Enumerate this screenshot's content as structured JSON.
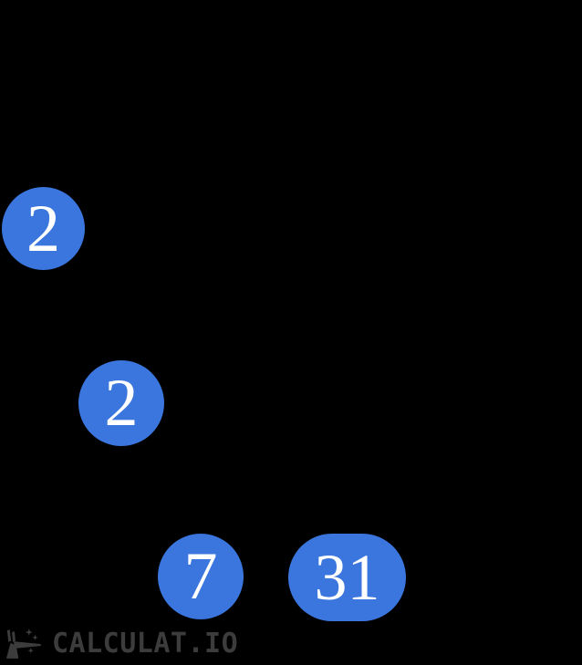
{
  "colors": {
    "background": "#000000",
    "node_fill": "#3A76DD",
    "node_text": "#FFFFFF",
    "watermark": "#3C3C3C"
  },
  "factor_tree": {
    "visible_nodes": [
      {
        "value": "2",
        "shape": "circle"
      },
      {
        "value": "2",
        "shape": "circle"
      },
      {
        "value": "7",
        "shape": "circle"
      },
      {
        "value": "31",
        "shape": "rounded-rect"
      }
    ]
  },
  "watermark": {
    "icon": "crashed-rocket-icon",
    "text": "CALCULAT.IO"
  }
}
